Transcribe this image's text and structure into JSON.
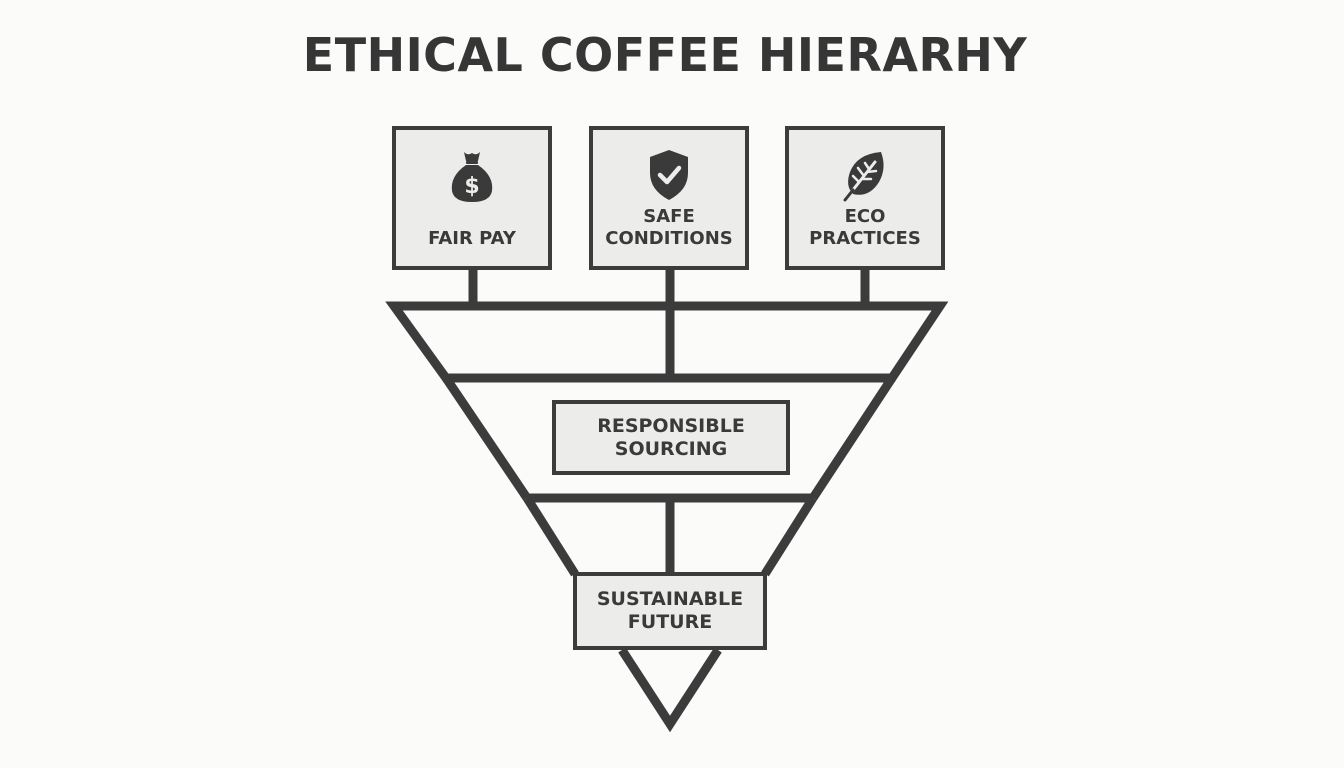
{
  "title": "ETHICAL COFFEE HIERARHY",
  "top_boxes": [
    {
      "label": "FAIR PAY",
      "icon": "money-bag-icon"
    },
    {
      "label": "SAFE\nCONDITIONS",
      "icon": "shield-check-icon"
    },
    {
      "label": "ECO\nPRACTICES",
      "icon": "leaf-icon"
    }
  ],
  "middle_box": {
    "label": "RESPONSIBLE\nSOURCING"
  },
  "bottom_box": {
    "label": "SUSTAINABLE\nFUTURE"
  },
  "colors": {
    "stroke": "#3c3c3c",
    "box_fill": "#ececea",
    "background": "#fbfbfa",
    "text": "#3a3a3a"
  }
}
